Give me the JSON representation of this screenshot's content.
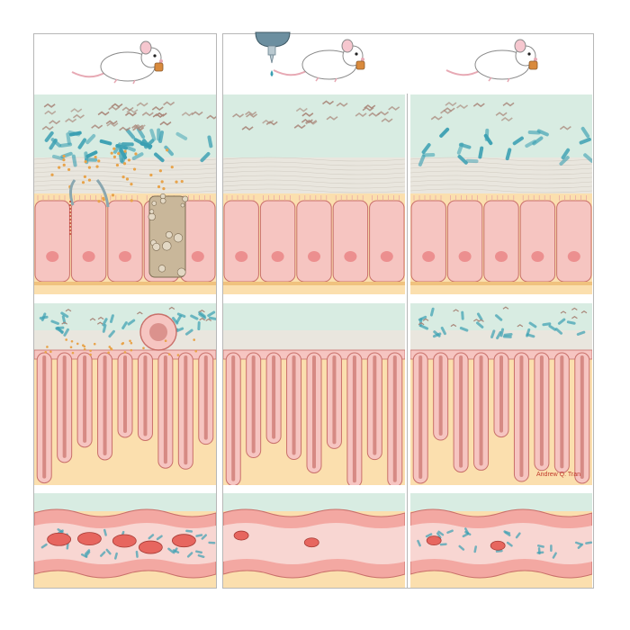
{
  "credit": "Andrew Q. Tran",
  "columns": [
    {
      "key": "untreated",
      "mouse_item": "food-pellet",
      "dropper": false,
      "bacteria": "dense",
      "debris": "heavy",
      "pathology": [
        "tight-junction-leak",
        "dying-cell",
        "crypt-abscess",
        "ulcer-lesions"
      ]
    },
    {
      "key": "treated-dropper",
      "mouse_item": "food-pellet",
      "dropper": true,
      "bacteria": "sparse",
      "debris": "none",
      "pathology": []
    },
    {
      "key": "restored",
      "mouse_item": "food-pellet",
      "dropper": false,
      "bacteria": "moderate",
      "debris": "none",
      "pathology": []
    }
  ],
  "rows": [
    "epithelium-closeup",
    "crypt-villus",
    "colon-cross-section"
  ],
  "colors": {
    "lumen": "#d8ece2",
    "cell_fill": "#f6c5c1",
    "cell_stroke": "#c9706a",
    "nucleus": "#ec8f8f",
    "lamina_propria": "#fbdfae",
    "bacteria_teal": "#3a9fb2",
    "bacteria_brown": "#a9877a",
    "debris": "#e8a34a",
    "mucus": "#e9e6de",
    "frame": "#b7b7b7"
  }
}
